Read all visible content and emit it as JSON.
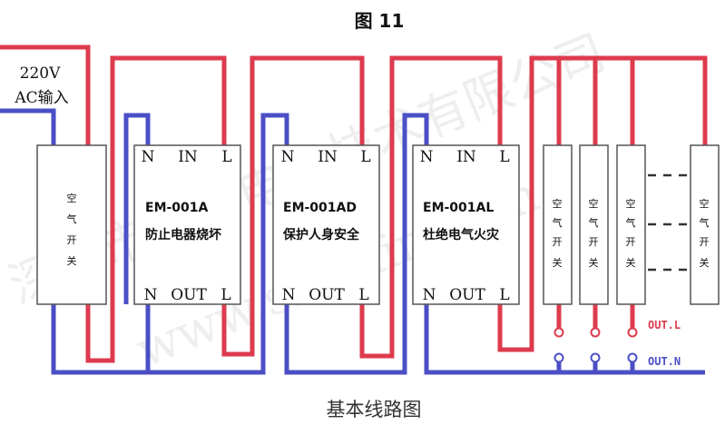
{
  "title": "图 11",
  "caption": "基本线路图",
  "power_input": {
    "voltage": "220V",
    "label": "AC输入"
  },
  "main_breaker": {
    "chars": [
      "空",
      "气",
      "开",
      "关"
    ]
  },
  "modules": [
    {
      "top_n": "N",
      "top_in": "IN",
      "top_l": "L",
      "model": "EM-001A",
      "function": "防止电器烧坏",
      "bottom_n": "N",
      "bottom_out": "OUT",
      "bottom_l": "L"
    },
    {
      "top_n": "N",
      "top_in": "IN",
      "top_l": "L",
      "model": "EM-001AD",
      "function": "保护人身安全",
      "bottom_n": "N",
      "bottom_out": "OUT",
      "bottom_l": "L"
    },
    {
      "top_n": "N",
      "top_in": "IN",
      "top_l": "L",
      "model": "EM-001AL",
      "function": "杜绝电气火灾",
      "bottom_n": "N",
      "bottom_out": "OUT",
      "bottom_l": "L"
    }
  ],
  "branch_breakers": [
    {
      "chars": [
        "空",
        "气",
        "开",
        "关"
      ]
    },
    {
      "chars": [
        "空",
        "气",
        "开",
        "关"
      ]
    },
    {
      "chars": [
        "空",
        "气",
        "开",
        "关"
      ]
    },
    {
      "chars": [
        "空",
        "气",
        "开",
        "关"
      ]
    }
  ],
  "outputs": {
    "live": "OUT.L",
    "neutral": "OUT.N"
  },
  "watermark": {
    "company": "深圳市益民电子技术有限公司",
    "url": "www.szemin.com"
  },
  "colors": {
    "live_wire": "#dd3b4d",
    "neutral_wire": "#4b4fc6",
    "box_border": "#555555",
    "text": "#111111"
  }
}
